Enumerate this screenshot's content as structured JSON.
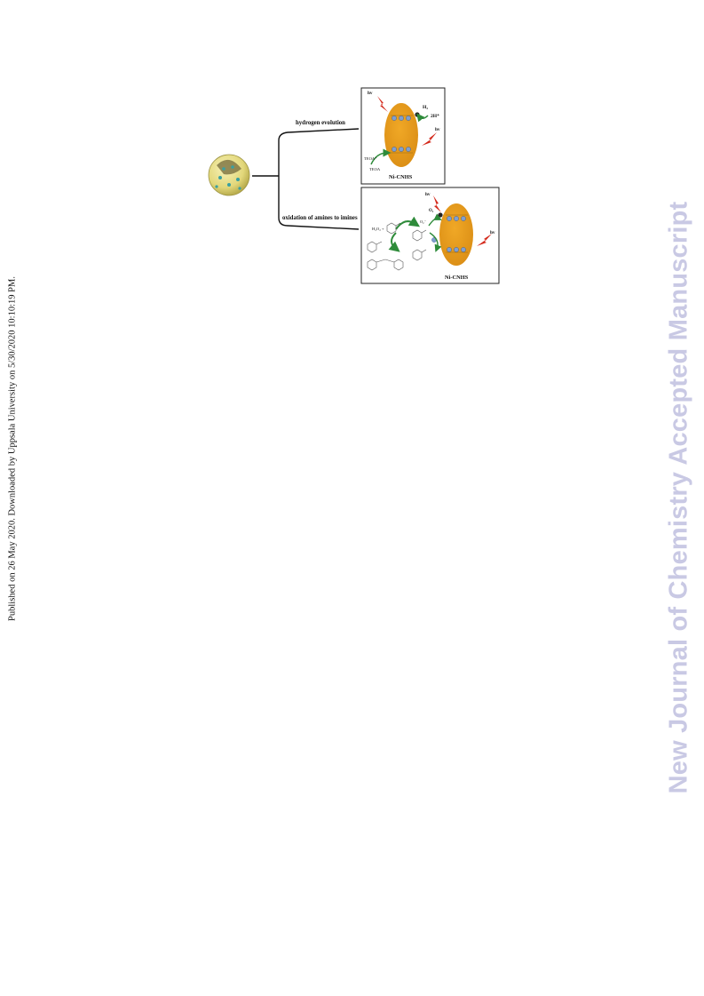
{
  "side_note": "Published on 26 May 2020. Downloaded by Uppsala University on 5/30/2020 10:10:19 PM.",
  "watermark": {
    "text": "New Journal of Chemistry Accepted Manuscript",
    "color": "#c9c9e4"
  },
  "figure": {
    "branch_top_label": "hydrogen evolution",
    "branch_bottom_label": "oxidation of amines to imines",
    "top_panel": {
      "hv_1": "hv",
      "hv_2": "hv",
      "h2_label": "H₂",
      "proton_label": "2H⁺",
      "teoa_ox_label": "TEOA⁺",
      "teoa_label": "TEOA",
      "catalyst_label": "Ni-CNHS"
    },
    "bottom_panel": {
      "hv_1": "hv",
      "hv_2": "hv",
      "o2_label": "O₂",
      "o2_radical_label": "O₂⁻",
      "h2o2_label": "H₂O₂ +",
      "catalyst_label": "Ni-CNHS"
    },
    "colors": {
      "ellipse": "#e59a1f",
      "electron": "#7f9fd0",
      "arrow_green": "#2e8b3a",
      "bolt_red": "#d42a1c",
      "sphere": "#e9e18a"
    }
  }
}
